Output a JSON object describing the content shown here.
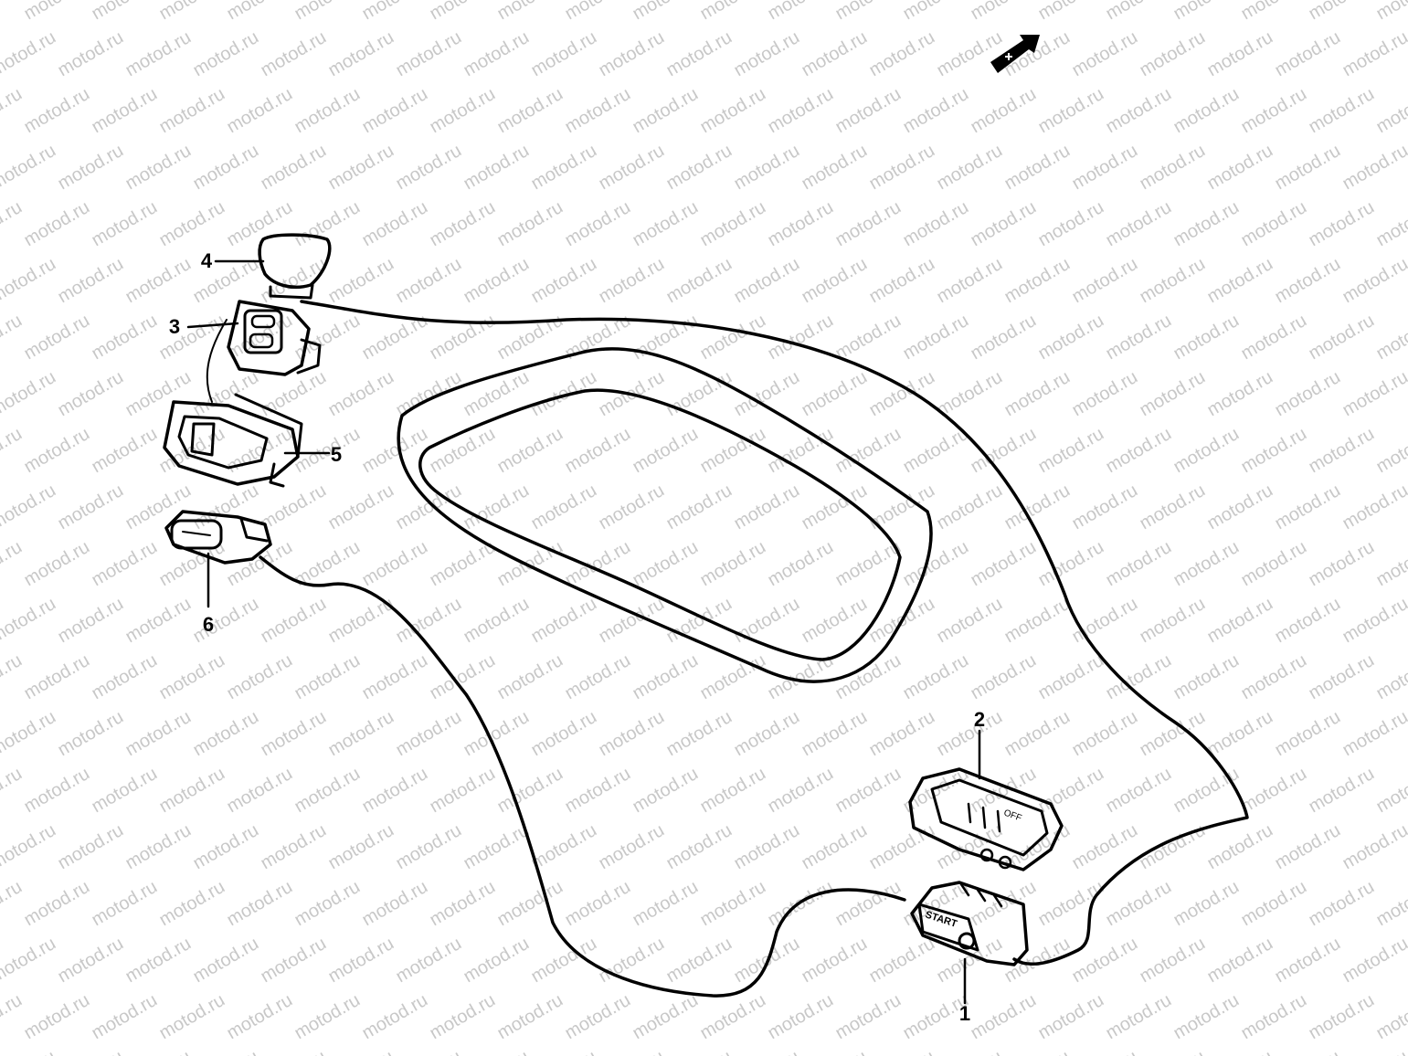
{
  "watermark": {
    "text": "motod.ru",
    "color": "#c8c8c8"
  },
  "callouts": [
    {
      "id": "1",
      "label": "1"
    },
    {
      "id": "2",
      "label": "2"
    },
    {
      "id": "3",
      "label": "3"
    },
    {
      "id": "4",
      "label": "4"
    },
    {
      "id": "5",
      "label": "5"
    },
    {
      "id": "6",
      "label": "6"
    }
  ],
  "switch_markings": {
    "start": "START",
    "off": "OFF"
  },
  "icons": [
    "front-arrow-icon"
  ],
  "colors": {
    "ink": "#000000",
    "background": "#ffffff"
  }
}
